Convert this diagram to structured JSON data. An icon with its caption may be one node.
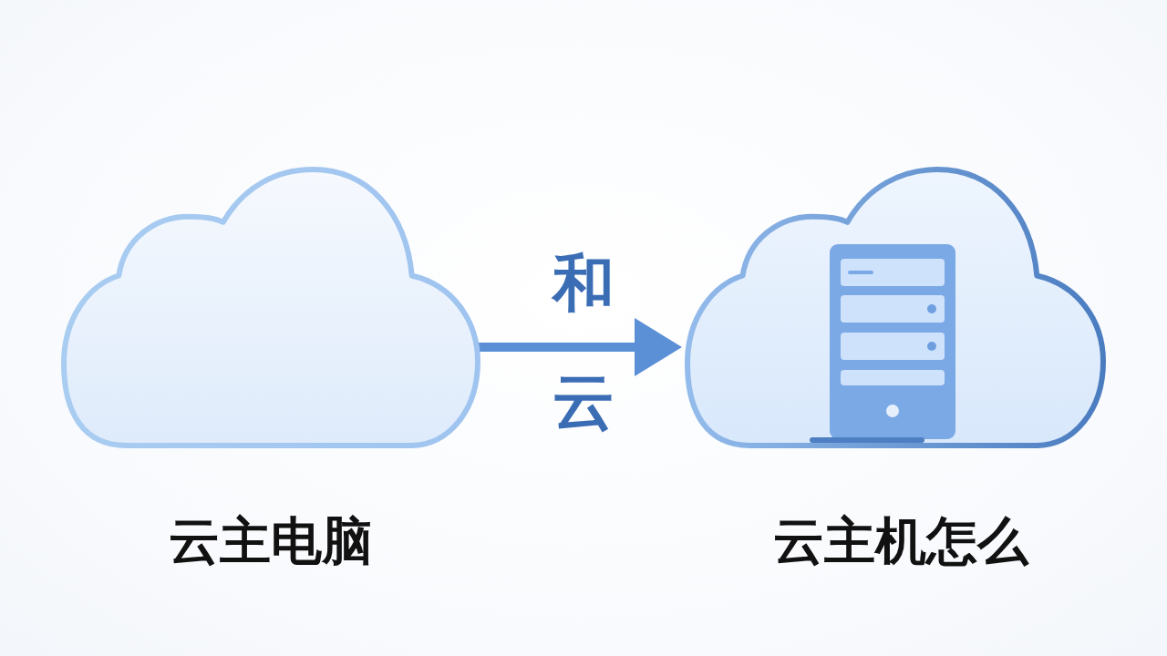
{
  "diagram": {
    "nodes": [
      {
        "text": [],
        "shape": "cloud",
        "beside": [
          "云主电脑"
        ]
      },
      {
        "text": [],
        "shape": "cloud",
        "beside": [
          "云主机怎么"
        ]
      }
    ],
    "edges": [
      {
        "from": 0,
        "to": 1,
        "arrow": "to"
      }
    ],
    "labels": [
      "和",
      "云"
    ]
  }
}
